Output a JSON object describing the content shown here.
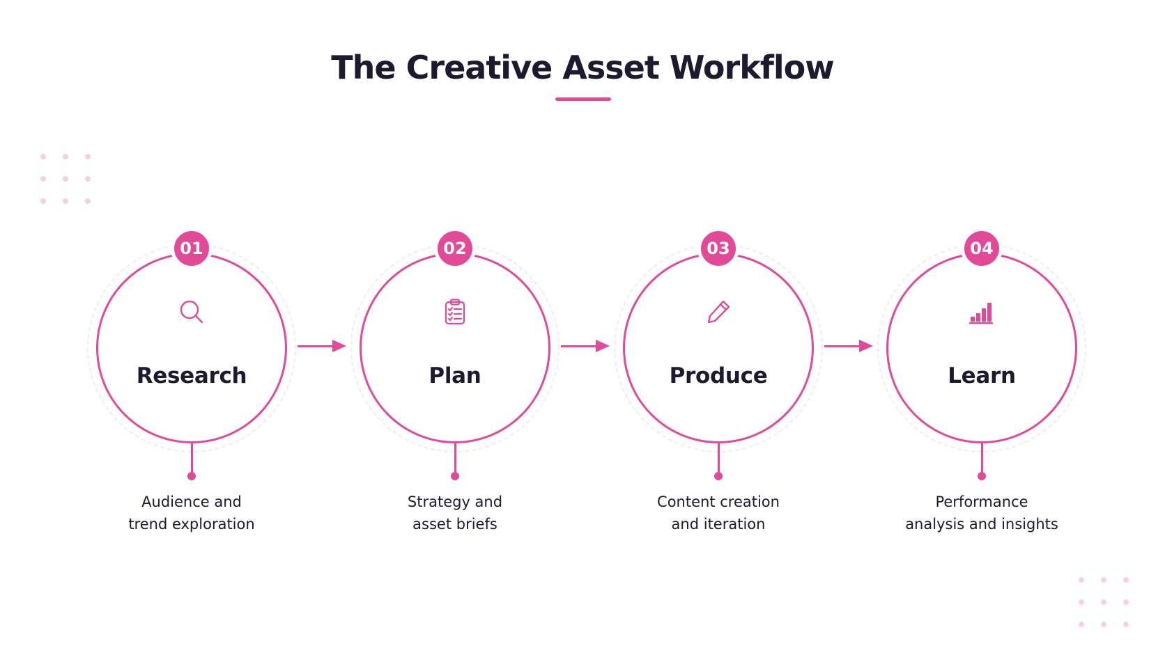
{
  "title": "The Creative Asset Workflow",
  "colors": {
    "accent": "#e24a98",
    "text": "#1b1a2e",
    "dots": "#f7cfe3"
  },
  "steps": [
    {
      "number": "01",
      "name": "Research",
      "icon": "search-icon",
      "desc_line1": "Audience and",
      "desc_line2": "trend exploration"
    },
    {
      "number": "02",
      "name": "Plan",
      "icon": "clipboard-checklist-icon",
      "desc_line1": "Strategy and",
      "desc_line2": "asset briefs"
    },
    {
      "number": "03",
      "name": "Produce",
      "icon": "pencil-icon",
      "desc_line1": "Content creation",
      "desc_line2": "and iteration"
    },
    {
      "number": "04",
      "name": "Learn",
      "icon": "bar-chart-icon",
      "desc_line1": "Performance",
      "desc_line2": "analysis and insights"
    }
  ]
}
